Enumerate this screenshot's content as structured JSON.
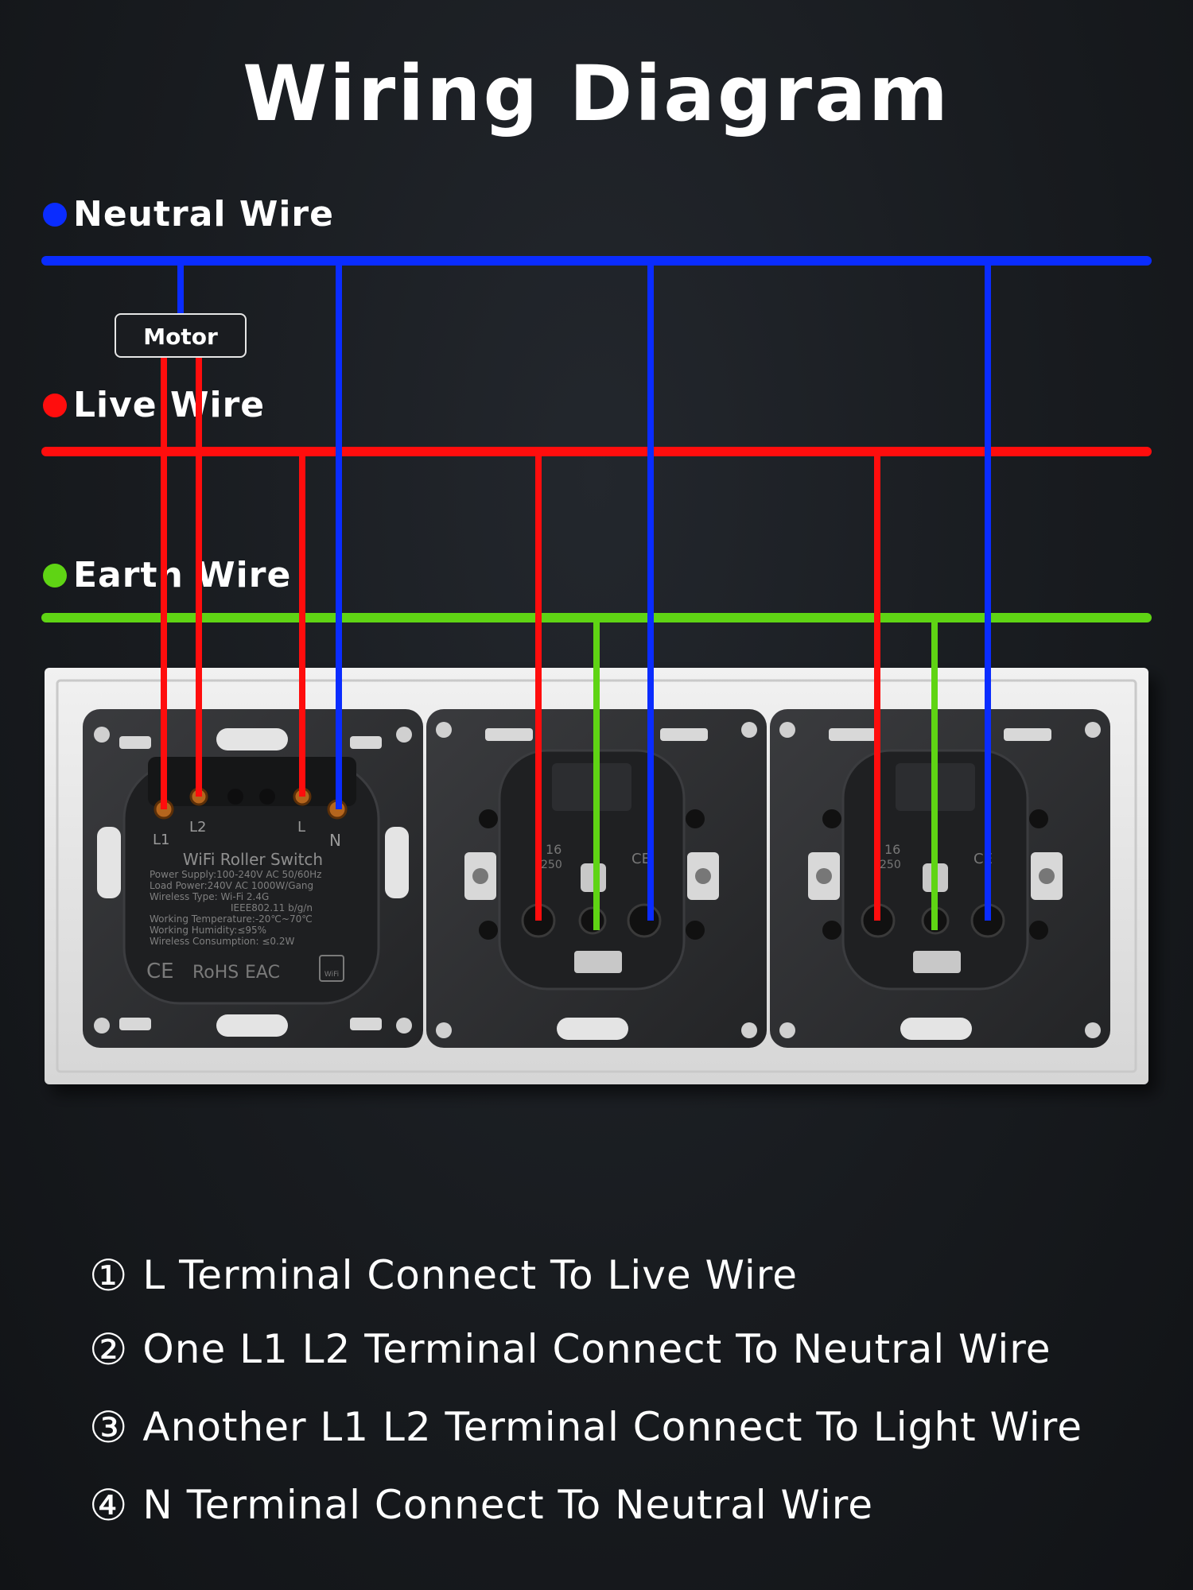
{
  "title": "Wiring Diagram",
  "colors": {
    "neutral": "#0a2cff",
    "live": "#ff0d0d",
    "earth": "#5fd414",
    "background": "#1a1d21",
    "plate": "#e4e4e4",
    "module": "#2a2b2d"
  },
  "wires": {
    "neutral": "Neutral Wire",
    "live": "Live Wire",
    "earth": "Earth Wire"
  },
  "motor": "Motor",
  "switch": {
    "name": "WiFi Roller Switch",
    "terminals": [
      "L1",
      "L2",
      "L",
      "N"
    ],
    "specs": [
      "Power Supply:100-240V AC 50/60Hz",
      "Load Power:240V AC 1000W/Gang",
      "Wireless Type: Wi-Fi 2.4G",
      "IEEE802.11 b/g/n",
      "Working Temperature:-20℃~70℃",
      "Working Humidity:≤95%",
      "Wireless Consumption: ≤0.2W"
    ],
    "marks": [
      "CE",
      "RoHS",
      "EAC",
      "WiFi"
    ]
  },
  "socket_marks": {
    "rating_top": "16",
    "rating_bottom": "250",
    "cert": "CE"
  },
  "instructions": [
    {
      "num": "①",
      "text": "L Terminal Connect To Live Wire"
    },
    {
      "num": "②",
      "text": "One L1 L2 Terminal Connect To Neutral Wire"
    },
    {
      "num": "③",
      "text": "Another L1 L2 Terminal Connect To Light Wire"
    },
    {
      "num": "④",
      "text": "N Terminal Connect To Neutral Wire"
    }
  ]
}
